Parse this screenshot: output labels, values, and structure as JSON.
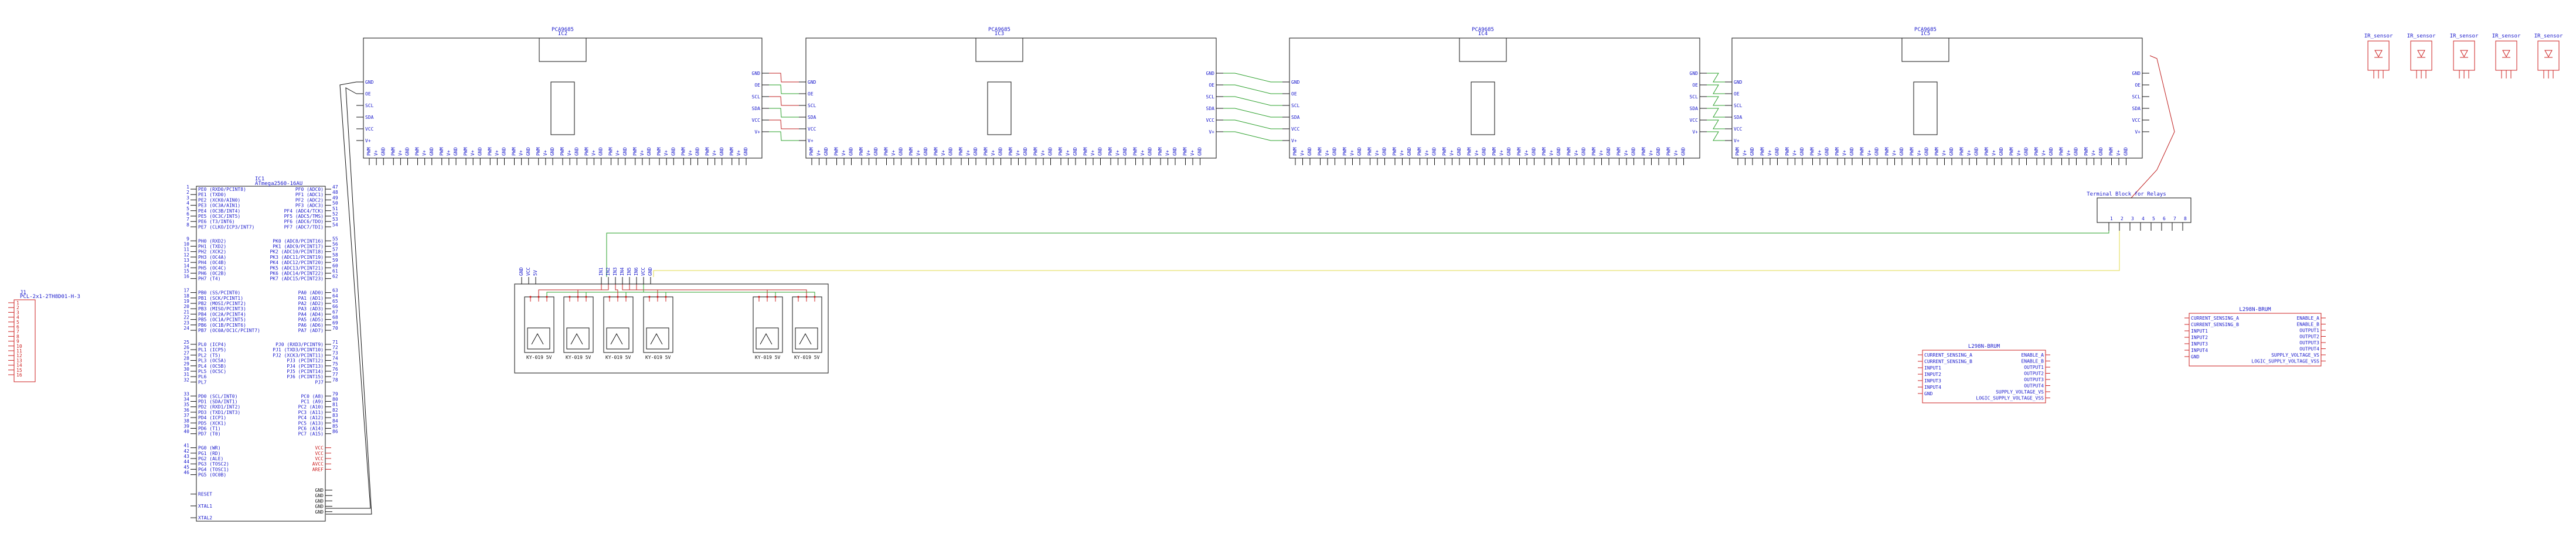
{
  "colors": {
    "body": "#111111",
    "text": "#1a1acc",
    "pin_red": "#cc2020",
    "wire_green": "#2aa02a",
    "wire_yellow": "#e0d84a",
    "wire_red": "#c02020"
  },
  "mega": {
    "ref": "IC1",
    "name": "ATmega2560-16AU",
    "left_groups": [
      [
        "PE0 (RXD0/PCINT8)",
        "PE1 (TXD0)",
        "PE2 (XCK0/AIN0)",
        "PE3 (OC3A/AIN1)",
        "PE4 (OC3B/INT4)",
        "PE5 (OC3C/INT5)",
        "PE6 (T3/INT6)",
        "PE7 (CLKO/ICP3/INT7)"
      ],
      [
        "PH0 (RXD2)",
        "PH1 (TXD2)",
        "PH2 (XCK2)",
        "PH3 (OC4A)",
        "PH4 (OC4B)",
        "PH5 (OC4C)",
        "PH6 (OC2B)",
        "PH7 (T4)"
      ],
      [
        "PB0 (SS/PCINT0)",
        "PB1 (SCK/PCINT1)",
        "PB2 (MOSI/PCINT2)",
        "PB3 (MISO/PCINT3)",
        "PB4 (OC2A/PCINT4)",
        "PB5 (OC1A/PCINT5)",
        "PB6 (OC1B/PCINT6)",
        "PB7 (OC0A/OC1C/PCINT7)"
      ],
      [
        "PL0 (ICP4)",
        "PL1 (ICP5)",
        "PL2 (T5)",
        "PL3 (OC5A)",
        "PL4 (OC5B)",
        "PL5 (OC5C)",
        "PL6",
        "PL7"
      ],
      [
        "PD0 (SCL/INT0)",
        "PD1 (SDA/INT1)",
        "PD2 (RXD1/INT2)",
        "PD3 (TXD1/INT3)",
        "PD4 (ICP1)",
        "PD5 (XCK1)",
        "PD6 (T1)",
        "PD7 (T0)"
      ],
      [
        "PG0 (WR)",
        "PG1 (RD)",
        "PG2 (ALE)",
        "PG3 (TOSC2)",
        "PG4 (TOSC1)",
        "PG5 (OC0B)"
      ]
    ],
    "right_groups": [
      [
        "PF0 (ADC0)",
        "PF1 (ADC1)",
        "PF2 (ADC2)",
        "PF3 (ADC3)",
        "PF4 (ADC4/TCK)",
        "PF5 (ADC5/TMS)",
        "PF6 (ADC6/TDO)",
        "PF7 (ADC7/TDI)"
      ],
      [
        "PK0 (ADC8/PCINT16)",
        "PK1 (ADC9/PCINT17)",
        "PK2 (ADC10/PCINT18)",
        "PK3 (ADC11/PCINT19)",
        "PK4 (ADC12/PCINT20)",
        "PK5 (ADC13/PCINT21)",
        "PK6 (ADC14/PCINT22)",
        "PK7 (ADC15/PCINT23)"
      ],
      [
        "PA0 (AD0)",
        "PA1 (AD1)",
        "PA2 (AD2)",
        "PA3 (AD3)",
        "PA4 (AD4)",
        "PA5 (AD5)",
        "PA6 (AD6)",
        "PA7 (AD7)"
      ],
      [
        "PJ0 (RXD3/PCINT9)",
        "PJ1 (TXD3/PCINT10)",
        "PJ2 (XCK3/PCINT11)",
        "PJ3 (PCINT12)",
        "PJ4 (PCINT13)",
        "PJ5 (PCINT14)",
        "PJ6 (PCINT15)",
        "PJ7"
      ],
      [
        "PC0 (A8)",
        "PC1 (A9)",
        "PC2 (A10)",
        "PC3 (A11)",
        "PC4 (A12)",
        "PC5 (A13)",
        "PC6 (A14)",
        "PC7 (A15)"
      ]
    ],
    "bottom_left": [
      "RESET",
      "XTAL1",
      "XTAL2"
    ],
    "power_right": [
      "VCC",
      "VCC",
      "VCC",
      "AVCC",
      "AREF"
    ],
    "gnd_right": [
      "GND",
      "GND",
      "GND",
      "GND",
      "GND"
    ]
  },
  "header_left": {
    "ref": "J1",
    "name": "PCL-2x1-2TH8D01-H-3",
    "pins": [
      "1",
      "2",
      "3",
      "4",
      "5",
      "6",
      "7",
      "8",
      "9",
      "10",
      "11",
      "12",
      "13",
      "14",
      "15",
      "16"
    ]
  },
  "expanders": [
    {
      "ref": "PCA9685",
      "name": "IC2",
      "left_pins": [
        "GND",
        "OE",
        "SCL",
        "SDA",
        "VCC",
        "V+"
      ],
      "right_pins": [
        "GND",
        "OE",
        "SCL",
        "SDA",
        "VCC",
        "V+"
      ]
    },
    {
      "ref": "PCA9685",
      "name": "IC3",
      "left_pins": [
        "GND",
        "OE",
        "SCL",
        "SDA",
        "VCC",
        "V+"
      ],
      "right_pins": [
        "GND",
        "OE",
        "SCL",
        "SDA",
        "VCC",
        "V+"
      ]
    },
    {
      "ref": "PCA9685",
      "name": "IC4",
      "left_pins": [
        "GND",
        "OE",
        "SCL",
        "SDA",
        "VCC",
        "V+"
      ],
      "right_pins": [
        "GND",
        "OE",
        "SCL",
        "SDA",
        "VCC",
        "V+"
      ]
    },
    {
      "ref": "PCA9685",
      "name": "IC5",
      "left_pins": [
        "GND",
        "OE",
        "SCL",
        "SDA",
        "VCC",
        "V+"
      ],
      "right_pins": [
        "GND",
        "OE",
        "SCL",
        "SDA",
        "VCC",
        "V+"
      ]
    }
  ],
  "servo_pin_labels": [
    "PWM",
    "V+",
    "GND"
  ],
  "relay_box": {
    "title": "",
    "relays": [
      "KY-019 5V",
      "KY-019 5V",
      "KY-019 5V",
      "KY-019 5V",
      "KY-019 5V",
      "KY-019 5V"
    ],
    "header_pins": [
      "IN1",
      "IN2",
      "IN3",
      "IN4",
      "IN5",
      "IN6",
      "VCC",
      "GND"
    ],
    "input_pins": [
      "GND",
      "VCC",
      "5V"
    ]
  },
  "terminal": {
    "title": "Terminal Block for Relays",
    "pins": [
      "1",
      "2",
      "3",
      "4",
      "5",
      "6",
      "7",
      "8"
    ]
  },
  "drivers": [
    {
      "name": "L298N-BRUM",
      "left": [
        "CURRENT_SENSING_A",
        "CURRENT_SENSING_B",
        "INPUT1",
        "INPUT2",
        "INPUT3",
        "INPUT4",
        "GND"
      ],
      "right": [
        "ENABLE_A",
        "ENABLE_B",
        "OUTPUT1",
        "OUTPUT2",
        "OUTPUT3",
        "OUTPUT4",
        "SUPPLY_VOLTAGE_VS",
        "LOGIC_SUPPLY_VOLTAGE_VSS"
      ]
    },
    {
      "name": "L298N-BRUM",
      "left": [
        "CURRENT_SENSING_A",
        "CURRENT_SENSING_B",
        "INPUT1",
        "INPUT2",
        "INPUT3",
        "INPUT4",
        "GND"
      ],
      "right": [
        "ENABLE_A",
        "ENABLE_B",
        "OUTPUT1",
        "OUTPUT2",
        "OUTPUT3",
        "OUTPUT4",
        "SUPPLY_VOLTAGE_VS",
        "LOGIC_SUPPLY_VOLTAGE_VSS"
      ]
    }
  ],
  "sensors": [
    {
      "name": "IR_sensor"
    },
    {
      "name": "IR_sensor"
    },
    {
      "name": "IR_sensor"
    },
    {
      "name": "IR_sensor"
    },
    {
      "name": "IR_sensor"
    }
  ]
}
